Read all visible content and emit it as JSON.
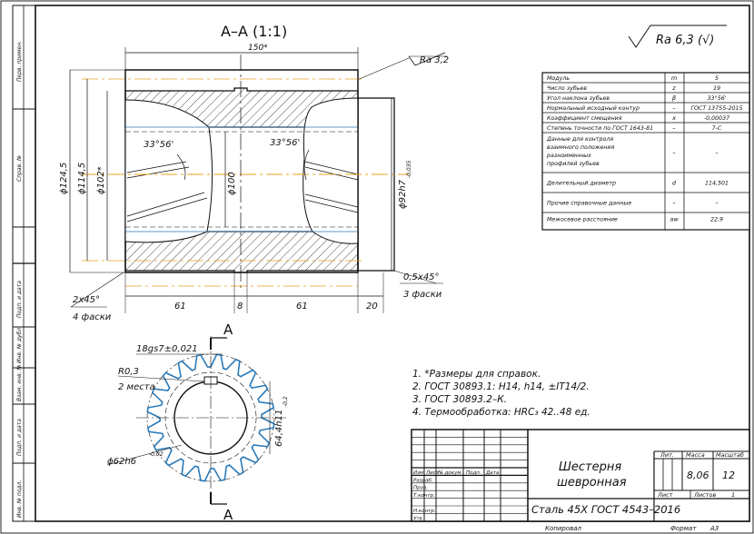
{
  "drawing": {
    "section_title": "A–A (1:1)",
    "section_mark": "A",
    "roughness_general": "Ra 6,3 (√)",
    "roughness_local": "Ra 3,2",
    "dimensions": {
      "overall_length": "150*",
      "d_outer": "ϕ124,5",
      "d_mid": "ϕ114,5",
      "d_inner_star": "ϕ102*",
      "d_bore": "ϕ100",
      "d_hole": "ϕ92h7",
      "d_hole_tol": "-0,035",
      "angle_left": "33°56'",
      "angle_right": "33°56'",
      "seg1": "61",
      "seg2": "8",
      "seg3": "61",
      "seg4": "20",
      "chamfer_left": "2x45°",
      "chamfer_left_note": "4 фаски",
      "chamfer_right": "0,5x45°",
      "chamfer_right_note": "3 фаски",
      "key_width": "18gs7±0,021",
      "radius": "R0,3",
      "radius_note": "2 места",
      "d_spline": "ϕ62h6",
      "d_spline_tol": "-0,02",
      "key_depth": "64,4h11",
      "key_depth_tol": "-0,2"
    },
    "notes": [
      "1. *Размеры для справок.",
      "2. ГОСТ 30893.1: H14, h14, ±IT14/2.",
      "3. ГОСТ 30893.2–К.",
      "4. Термообработка: HRC₃ 42..48 ед."
    ]
  },
  "params_table": {
    "rows": [
      {
        "name": "Модуль",
        "sym": "m",
        "val": "5"
      },
      {
        "name": "Число зубьев",
        "sym": "z",
        "val": "19"
      },
      {
        "name": "Угол наклона зубьев",
        "sym": "β",
        "val": "33°56'"
      },
      {
        "name": "Нормальный исходный контур",
        "sym": "–",
        "val": "ГОСТ 13755-2015"
      },
      {
        "name": "Коэффициент смещения",
        "sym": "x",
        "val": "-0,00037"
      },
      {
        "name": "Степень точности по ГОСТ 1643-81",
        "sym": "–",
        "val": "7-C"
      },
      {
        "name": "Данные для контроля взаимного положения разноименных профилей зубьев",
        "sym": "–",
        "val": "–"
      },
      {
        "name": "Делительный диаметр",
        "sym": "d",
        "val": "114,501"
      },
      {
        "name": "Прочие справочные данные",
        "sym": "–",
        "val": "–"
      },
      {
        "name": "Межосевое расстояние",
        "sym": "aw",
        "val": "22,9"
      }
    ]
  },
  "title_block": {
    "part_name_line1": "Шестерня",
    "part_name_line2": "шевронная",
    "material": "Сталь 45Х  ГОСТ 4543–2016",
    "col_lit": "Лит.",
    "col_mass": "Масса",
    "col_scale": "Масштаб",
    "mass": "8,06",
    "scale": "12",
    "sheet_label": "Лист",
    "sheets_label": "Листов",
    "sheets": "1",
    "rev_headers": [
      "Изм.",
      "Лист",
      "№ докум.",
      "Подп.",
      "Дата"
    ],
    "roles": [
      "Разраб.",
      "Пров.",
      "Т.контр.",
      "",
      "Н.контр.",
      "Утв."
    ],
    "copied": "Копировал",
    "format": "Формат",
    "format_value": "A3"
  },
  "side_stamps": [
    "Перв. примен.",
    "Справ. №",
    "Подп. и дата",
    "Инв. № дубл.",
    "Взам. инв. №",
    "Подп. и дата",
    "Инв. № подл."
  ]
}
